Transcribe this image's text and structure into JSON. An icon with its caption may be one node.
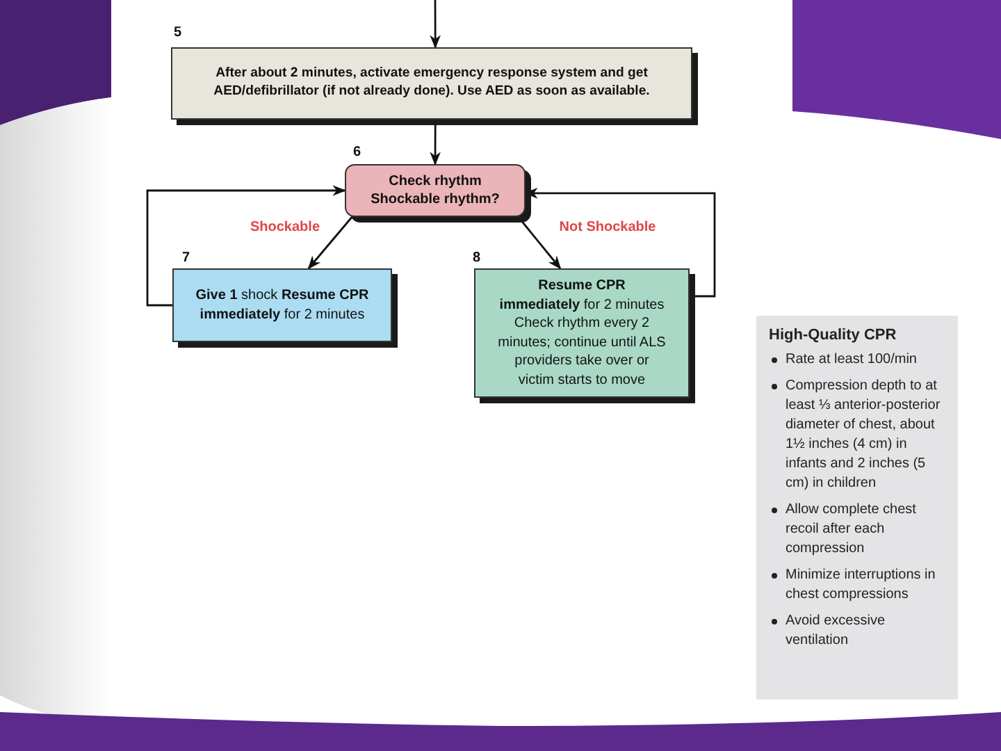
{
  "diagram": {
    "nodes": [
      {
        "text": [
          "After about 2 minutes, activate emergency response system and get AED/defibrillator (if not already done). Use AED as soon as available."
        ],
        "beside": [
          "5"
        ]
      },
      {
        "text": [
          "Check rhythm Shockable rhythm?"
        ],
        "beside": [
          "6"
        ]
      },
      {
        "text": [
          "**Give 1** shock **Resume CPR immediately** for 2 minutes"
        ],
        "beside": [
          "7"
        ]
      },
      {
        "text": [
          "**Resume CPR immediately** for 2 minutes Check rhythm every 2 minutes; continue until ALS providers take over or victim starts to move"
        ],
        "beside": [
          "8"
        ]
      },
      {
        "text": [
          "High-Quality CPR",
          "Rate at least 100/min",
          "Compression depth to at least ⅓ anterior-posterior diameter of chest, about 1½ inches (4 cm) in infants and 2 inches (5 cm) in children",
          "Allow complete chest recoil after each compression",
          "Minimize interruptions in chest compressions",
          "Avoid excessive ventilation"
        ]
      }
    ],
    "edges": [
      {
        "from": null,
        "to": 0,
        "arrow": "to"
      },
      {
        "from": 0,
        "to": 1,
        "arrow": "to"
      },
      {
        "from": 1,
        "to": 2,
        "arrow": "to",
        "label": "Shockable"
      },
      {
        "from": 1,
        "to": 3,
        "arrow": "to",
        "label": "Not Shockable"
      },
      {
        "from": 2,
        "to": 1,
        "arrow": "to"
      },
      {
        "from": 3,
        "to": 1,
        "arrow": "to"
      }
    ]
  }
}
